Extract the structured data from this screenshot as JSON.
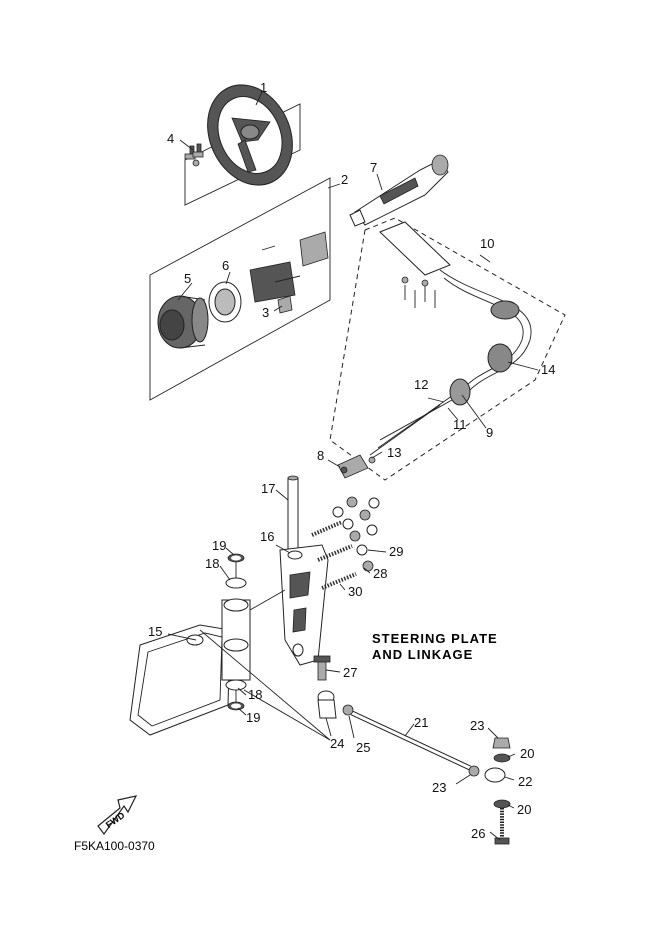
{
  "diagram": {
    "title_line1": "STEERING PLATE",
    "title_line2": "AND LINKAGE",
    "diagram_code": "F5KA100-0370",
    "fwd_label": "FWD",
    "callouts": {
      "c1": "1",
      "c2": "2",
      "c3": "3",
      "c4": "4",
      "c5": "5",
      "c6": "6",
      "c7": "7",
      "c8": "8",
      "c9": "9",
      "c10": "10",
      "c11": "11",
      "c12": "12",
      "c13": "13",
      "c14": "14",
      "c15": "15",
      "c16": "16",
      "c17": "17",
      "c18a": "18",
      "c18b": "18",
      "c19a": "19",
      "c19b": "19",
      "c20a": "20",
      "c20b": "20",
      "c21": "21",
      "c22": "22",
      "c23a": "23",
      "c23b": "23",
      "c24": "24",
      "c25": "25",
      "c26": "26",
      "c27": "27",
      "c28": "28",
      "c29": "29",
      "c30": "30"
    }
  }
}
